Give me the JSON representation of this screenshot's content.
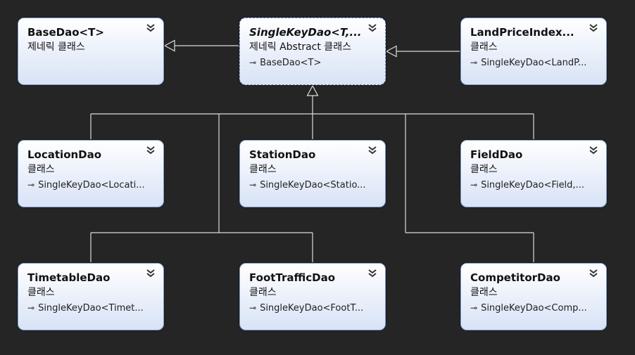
{
  "diagram": {
    "classes": [
      {
        "id": "basedao",
        "name": "BaseDao<T>",
        "kind": "제네릭 클래스",
        "base": "",
        "abstract": false
      },
      {
        "id": "singlekeydao",
        "name": "SingleKeyDao<T,...",
        "kind": "제네릭 Abstract 클래스",
        "base": "BaseDao<T>",
        "abstract": true
      },
      {
        "id": "landpriceindexdao",
        "name": "LandPriceIndex...",
        "kind": "클래스",
        "base": "SingleKeyDao<LandP...",
        "abstract": false
      },
      {
        "id": "locationdao",
        "name": "LocationDao",
        "kind": "클래스",
        "base": "SingleKeyDao<Locati...",
        "abstract": false
      },
      {
        "id": "stationdao",
        "name": "StationDao",
        "kind": "클래스",
        "base": "SingleKeyDao<Statio...",
        "abstract": false
      },
      {
        "id": "fielddao",
        "name": "FieldDao",
        "kind": "클래스",
        "base": "SingleKeyDao<Field,...",
        "abstract": false
      },
      {
        "id": "timetabledao",
        "name": "TimetableDao",
        "kind": "클래스",
        "base": "SingleKeyDao<Timet...",
        "abstract": false
      },
      {
        "id": "foottrafficdao",
        "name": "FootTrafficDao",
        "kind": "클래스",
        "base": "SingleKeyDao<FootT...",
        "abstract": false
      },
      {
        "id": "competitordao",
        "name": "CompetitorDao",
        "kind": "클래스",
        "base": "SingleKeyDao<Comp...",
        "abstract": false
      }
    ],
    "inherits_from": {
      "singlekeydao": "basedao",
      "landpriceindexdao": "singlekeydao",
      "locationdao": "singlekeydao",
      "stationdao": "singlekeydao",
      "fielddao": "singlekeydao",
      "timetabledao": "singlekeydao",
      "foottrafficdao": "singlekeydao",
      "competitordao": "singlekeydao"
    },
    "colors": {
      "background": "#252526",
      "connector": "#dcdcdc",
      "card_border": "#7e9cc8",
      "card_fill_top": "#ffffff",
      "card_fill_bottom": "#d8e3f6"
    }
  }
}
